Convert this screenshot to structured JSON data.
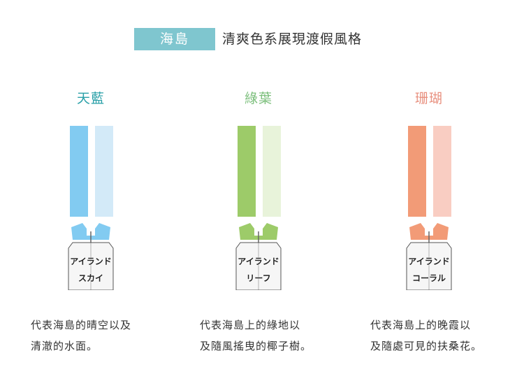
{
  "header": {
    "badge": "海島",
    "headline": "清爽色系展現渡假風格"
  },
  "columns": [
    {
      "title": "天藍",
      "title_color": "#2aa0a8",
      "bar_dark": "#82cbf1",
      "bar_light": "#d3eaf8",
      "label1": "アイランド",
      "label2": "スカイ",
      "desc1": "代表海島的晴空以及",
      "desc2": "清澈的水面。"
    },
    {
      "title": "綠葉",
      "title_color": "#7cbf7c",
      "bar_dark": "#9dcb69",
      "bar_light": "#e8f3da",
      "label1": "アイランド",
      "label2": "リーフ",
      "desc1": "代表海島上的綠地以",
      "desc2": "及隨風搖曳的椰子樹。"
    },
    {
      "title": "珊瑚",
      "title_color": "#e8907f",
      "bar_dark": "#f29b77",
      "bar_light": "#f9cdc2",
      "label1": "アイランド",
      "label2": "コーラル",
      "desc1": "代表海島上的晚霞以",
      "desc2": "及隨處可見的扶桑花。"
    }
  ]
}
